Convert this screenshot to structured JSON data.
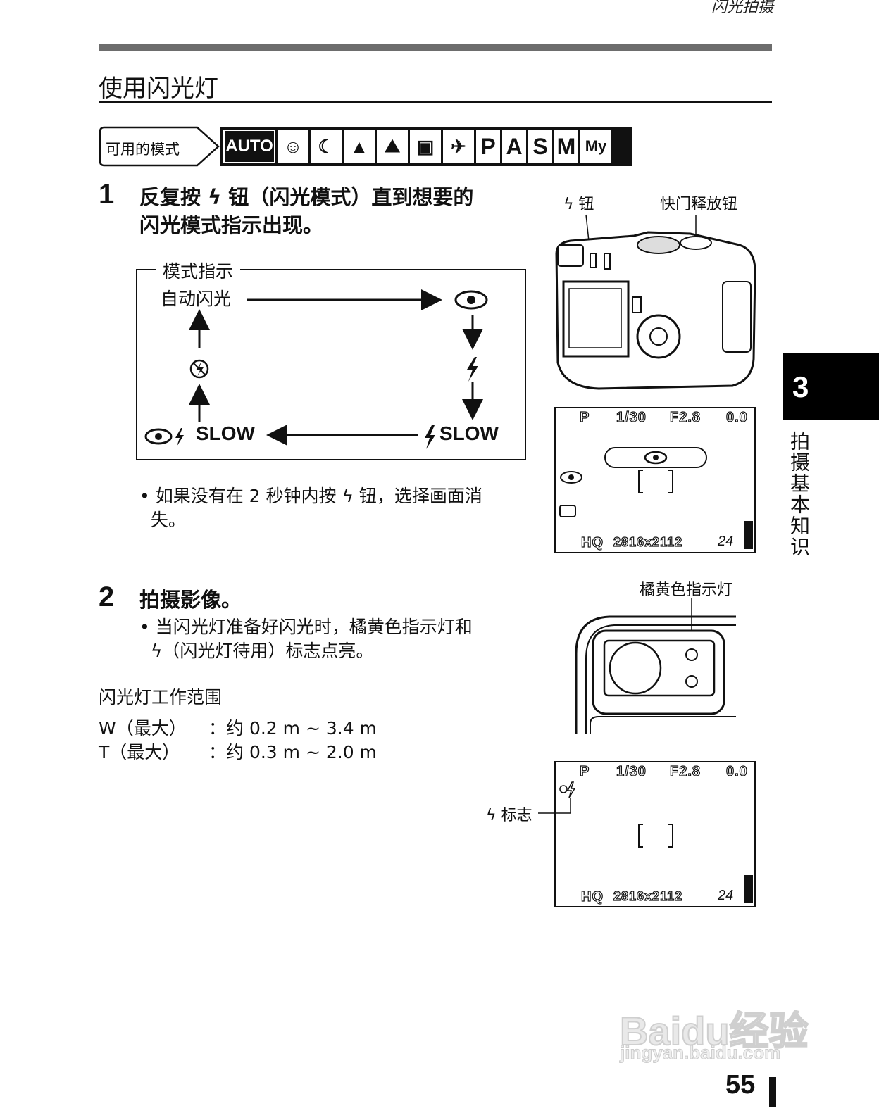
{
  "header": {
    "section": "闪光拍摄"
  },
  "title": "使用闪光灯",
  "modes": {
    "label": "可用的模式",
    "items": [
      "AUTO",
      "portrait-icon",
      "night-portrait-icon",
      "landscape-icon",
      "landscape-portrait-icon",
      "scene-icon",
      "sports-icon",
      "P",
      "A",
      "S",
      "M",
      "My"
    ]
  },
  "step1": {
    "num": "1",
    "text_a": "反复按 ",
    "flash_glyph": "ϟ",
    "text_b": " 钮（闪光模式）直到想要的",
    "text_c": "闪光模式指示出现。",
    "diagram_title": "模式指示",
    "auto_flash": "自动闪光",
    "slow_left": "SLOW",
    "slow_right": "SLOW",
    "note_a": "如果没有在 2 秒钟内按 ",
    "note_b": " 钮，选择画面消",
    "note_c": "失。"
  },
  "camera": {
    "flash_button_label": "钮",
    "shutter_label": "快门释放钮"
  },
  "lcd": {
    "mode": "P",
    "shutter": "1/30",
    "aperture": "F2.8",
    "ev": "0.0",
    "quality": "HQ",
    "resolution": "2816x2112",
    "remaining": "24"
  },
  "step2": {
    "num": "2",
    "text": "拍摄影像。",
    "note_a": "当闪光灯准备好闪光时，橘黄色指示灯和",
    "note_b": "（闪光灯待用）标志点亮。",
    "orange_label": "橘黄色指示灯",
    "flag_label": "标志"
  },
  "range": {
    "title": "闪光灯工作范围",
    "rows": [
      {
        "key": "W（最大）",
        "value": "：约 0.2 m ~ 3.4 m"
      },
      {
        "key": "T（最大）",
        "value": "：约 0.3 m ~ 2.0 m"
      }
    ]
  },
  "sidebar": {
    "chapter": "3",
    "chapter_title": "拍摄基本知识"
  },
  "page_number": "55",
  "watermark": {
    "brand": "Baidu经验",
    "url": "jingyan.baidu.com"
  }
}
